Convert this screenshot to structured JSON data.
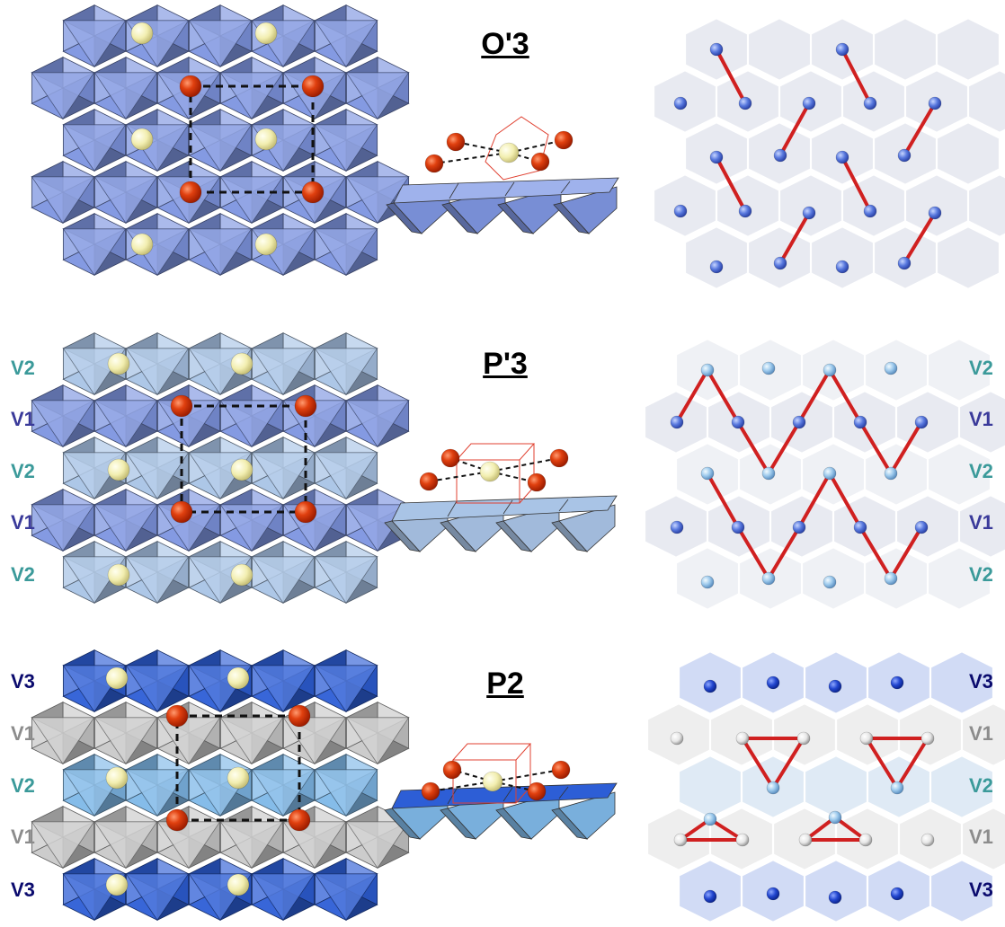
{
  "colors": {
    "V1_blue": "#3a3a9a",
    "V2_teal": "#3b9a9a",
    "V3_navy": "#0b0b6e",
    "V1_grey": "#8c8c8c",
    "octa_blue": "#7e95e0",
    "octa_lightblue": "#a9c4e6",
    "octa_deepblue": "#2d5ed6",
    "octa_grey": "#c9c9c9",
    "metal_red": "#d93a10",
    "alkali_yellow": "#f4f0b8",
    "dimer_red": "#d02020",
    "node_blue": "#4f72d8"
  },
  "panels": [
    {
      "title": "O'3",
      "left_labels": [],
      "right_labels": []
    },
    {
      "title": "P'3",
      "left_labels": [
        "V2",
        "V1",
        "V2",
        "V1",
        "V2"
      ],
      "right_labels": [
        "V2",
        "V1",
        "V2",
        "V1",
        "V2"
      ]
    },
    {
      "title": "P2",
      "left_labels": [
        "V3",
        "V1",
        "V2",
        "V1",
        "V3"
      ],
      "right_labels": [
        "V3",
        "V1",
        "V2",
        "V1",
        "V3"
      ]
    }
  ]
}
